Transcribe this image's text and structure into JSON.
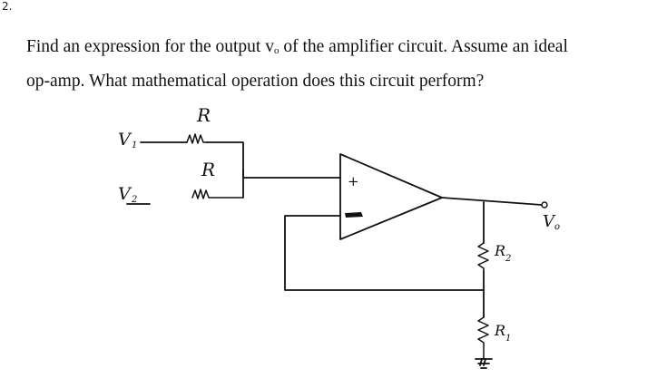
{
  "problem_number": "2.",
  "question": {
    "line1_before": "Find an expression for the output v",
    "line1_sub": "o",
    "line1_after": " of the amplifier circuit. Assume an ideal",
    "line2": "op-amp. What mathematical operation does this circuit perform?"
  },
  "circuit": {
    "input1_label": "V",
    "input1_sub": "1",
    "input2_label": "V",
    "input2_sub": "2",
    "resistor_top_label": "R",
    "resistor_bottom_label": "R",
    "plus_sign": "+",
    "output_label": "V",
    "output_sub": "o",
    "rf_label": "R",
    "rf_sub": "2",
    "rg_label": "R",
    "rg_sub": "1"
  }
}
